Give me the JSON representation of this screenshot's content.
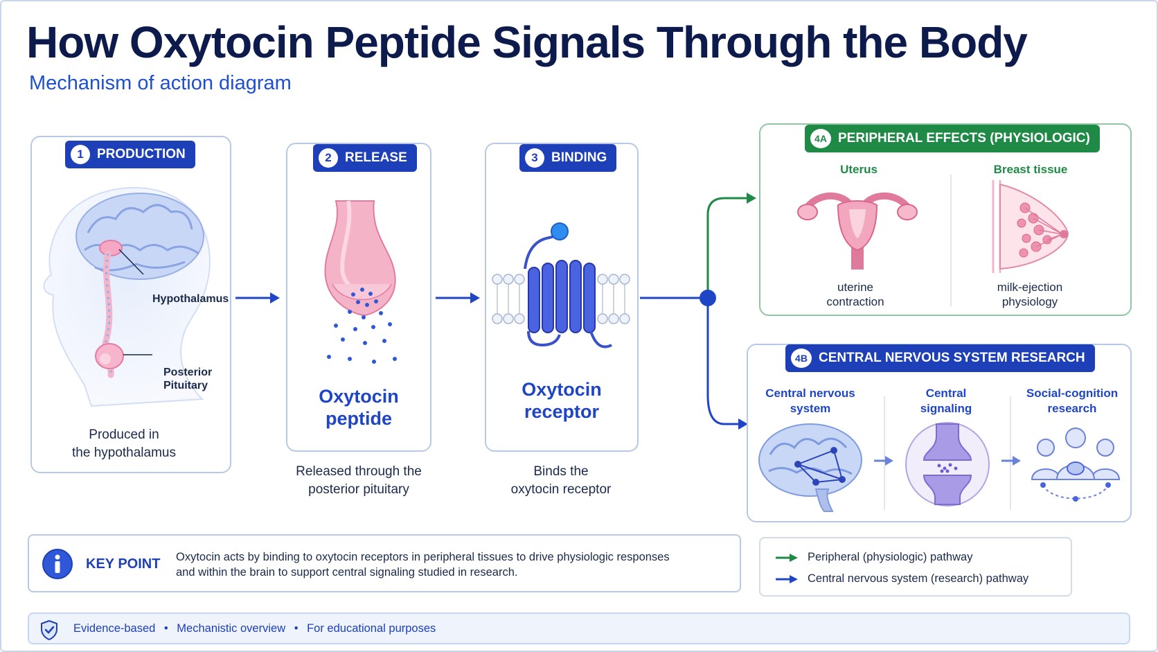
{
  "title": "How Oxytocin Peptide Signals Through the Body",
  "subtitle": "Mechanism of action diagram",
  "steps": [
    {
      "num": "1",
      "label": "PRODUCTION",
      "caption_lines": [
        "Produced in",
        "the hypothalamus"
      ],
      "labels": {
        "hypothalamus": "Hypothalamus",
        "posterior_pituitary_lines": [
          "Posterior",
          "Pituitary"
        ]
      }
    },
    {
      "num": "2",
      "label": "RELEASE",
      "name_lines": [
        "Oxytocin",
        "peptide"
      ],
      "caption_lines": [
        "Released through the",
        "posterior pituitary"
      ]
    },
    {
      "num": "3",
      "label": "BINDING",
      "name_lines": [
        "Oxytocin",
        "receptor"
      ],
      "caption_lines": [
        "Binds the",
        "oxytocin receptor"
      ]
    }
  ],
  "peripheral": {
    "num": "4A",
    "label": "PERIPHERAL EFFECTS (PHYSIOLOGIC)",
    "items": [
      {
        "title": "Uterus",
        "effect_lines": [
          "uterine",
          "contraction"
        ]
      },
      {
        "title": "Breast tissue",
        "effect_lines": [
          "milk-ejection",
          "physiology"
        ]
      }
    ]
  },
  "central": {
    "num": "4B",
    "label": "CENTRAL NERVOUS SYSTEM RESEARCH",
    "items": [
      {
        "title_lines": [
          "Central nervous",
          "system"
        ]
      },
      {
        "title_lines": [
          "Central",
          "signaling"
        ]
      },
      {
        "title_lines": [
          "Social-cognition",
          "research"
        ]
      }
    ]
  },
  "key_point": {
    "label": "KEY POINT",
    "text_lines": [
      "Oxytocin acts by binding to oxytocin receptors in peripheral tissues to drive physiologic responses",
      "and within the brain to support central signaling studied in research."
    ]
  },
  "legend": {
    "items": [
      {
        "label": "Peripheral (physiologic) pathway",
        "color": "#1f8a46"
      },
      {
        "label": "Central nervous system (research) pathway",
        "color": "#1f45c7"
      }
    ]
  },
  "footer": {
    "items": [
      "Evidence-based",
      "Mechanistic overview",
      "For educational purposes"
    ],
    "separator": "•"
  },
  "colors": {
    "navy": "#0d1b4c",
    "accent_blue": "#1f45c7",
    "green": "#1f8a46",
    "badge_blue": "#1d3fb8"
  }
}
